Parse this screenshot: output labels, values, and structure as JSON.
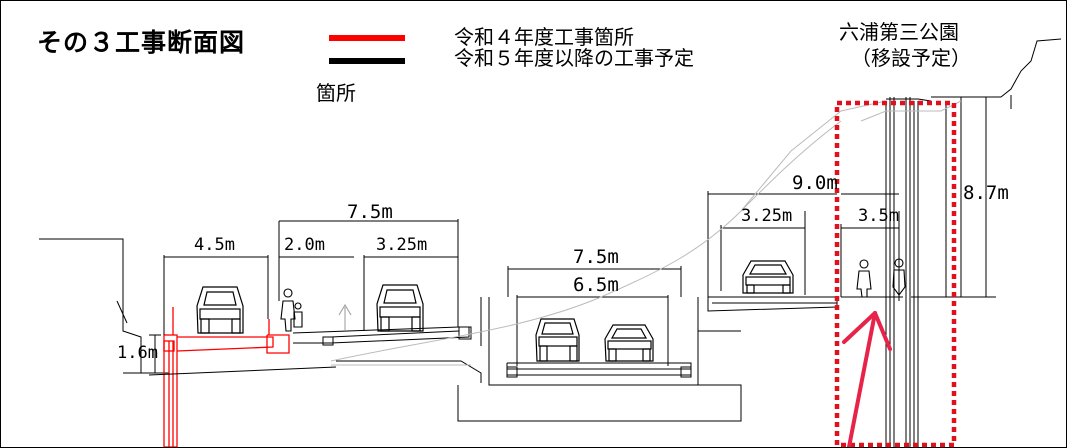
{
  "title": "その３工事断面図",
  "legend": {
    "sub_label": "箇所",
    "items": [
      {
        "color": "#ff0000",
        "label": "令和４年度工事箇所"
      },
      {
        "color": "#000000",
        "label": "令和５年度以降の工事予定"
      }
    ]
  },
  "park": {
    "line1": "六浦第三公園",
    "line2": "（移設予定）"
  },
  "dimensions": {
    "d_4_5": "4.5m",
    "d_2_0": "2.0m",
    "d_3_25_left": "3.25m",
    "d_7_5_top": "7.5m",
    "d_1_6": "1.6m",
    "d_7_5_mid": "7.5m",
    "d_6_5": "6.5m",
    "d_9_0": "9.0m",
    "d_3_25_right": "3.25m",
    "d_3_5": "3.5m",
    "d_8_7": "8.7m"
  },
  "colors": {
    "current_work": "#ff0000",
    "future_work": "#000000",
    "highlight_box": "#e0101c",
    "arrow": "#e8234a"
  }
}
